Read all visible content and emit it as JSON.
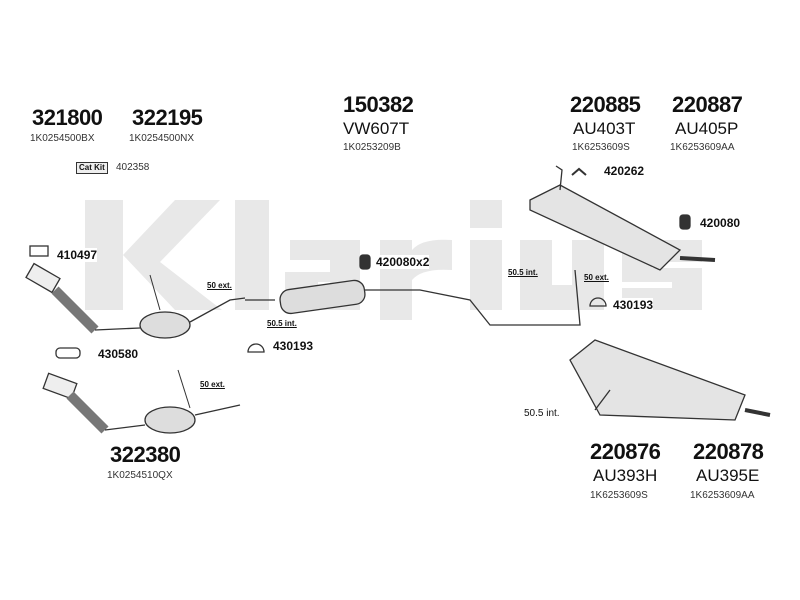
{
  "watermark": "Klarius",
  "parts": [
    {
      "number": "321800",
      "oem": "1K0254500BX"
    },
    {
      "number": "322195",
      "oem": "1K0254500NX"
    },
    {
      "number": "150382",
      "ref": "VW607T",
      "oem": "1K0253209B"
    },
    {
      "number": "220885",
      "ref": "AU403T",
      "oem": "1K6253609S"
    },
    {
      "number": "220887",
      "ref": "AU405P",
      "oem": "1K6253609AA"
    },
    {
      "number": "322380",
      "oem": "1K0254510QX"
    },
    {
      "number": "220876",
      "ref": "AU393H",
      "oem": "1K6253609S"
    },
    {
      "number": "220878",
      "ref": "AU395E",
      "oem": "1K6253609AA"
    }
  ],
  "cat_kit": {
    "label": "Cat Kit",
    "number": "402358"
  },
  "accessories": [
    "410497",
    "430580",
    "420080x2",
    "430193",
    "420262",
    "420080",
    "430193"
  ],
  "dimensions": [
    "50 ext.",
    "50.5 int.",
    "50 ext.",
    "50.5 int.",
    "50 ext.",
    "50.5 int."
  ]
}
